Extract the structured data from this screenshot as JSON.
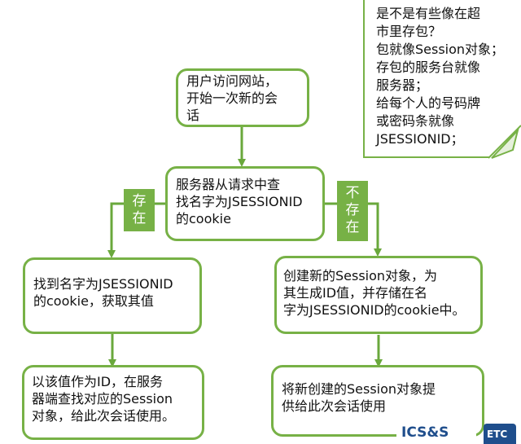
{
  "boxes": {
    "start": [
      "用户访问网站，",
      "开始一次新的会",
      "话"
    ],
    "lookup": [
      "服务器从请求中查",
      "找名字为JSESSIONID",
      "的cookie"
    ],
    "found": [
      "找到名字为JSESSIONID",
      "的cookie，获取其值"
    ],
    "use_id": [
      "以该值作为ID，在服务",
      "器端查找对应的Session",
      "对象，给此次会话使用。"
    ],
    "create": [
      "创建新的Session对象，为",
      "其生成ID值，并存储在名",
      "字为JSESSIONID的cookie中。"
    ],
    "provide": [
      "将新创建的Session对象提",
      "供给此次会话使用"
    ]
  },
  "labels": {
    "exists": [
      "存",
      "在"
    ],
    "not_exists": [
      "不",
      "存",
      "在"
    ]
  },
  "note": [
    "是不是有些像在超",
    "市里存包？",
    "包就像Session对象；",
    "存包的服务台就像",
    "服务器；",
    "给每个人的号码牌",
    "或密码条就像",
    "JSESSIONID；"
  ],
  "logo": {
    "left": "ICS&S",
    "right": "ETC"
  },
  "colors": {
    "accent": "#77b146",
    "arrow": "#6aa83c",
    "logo_blue": "#1f4e8c"
  }
}
